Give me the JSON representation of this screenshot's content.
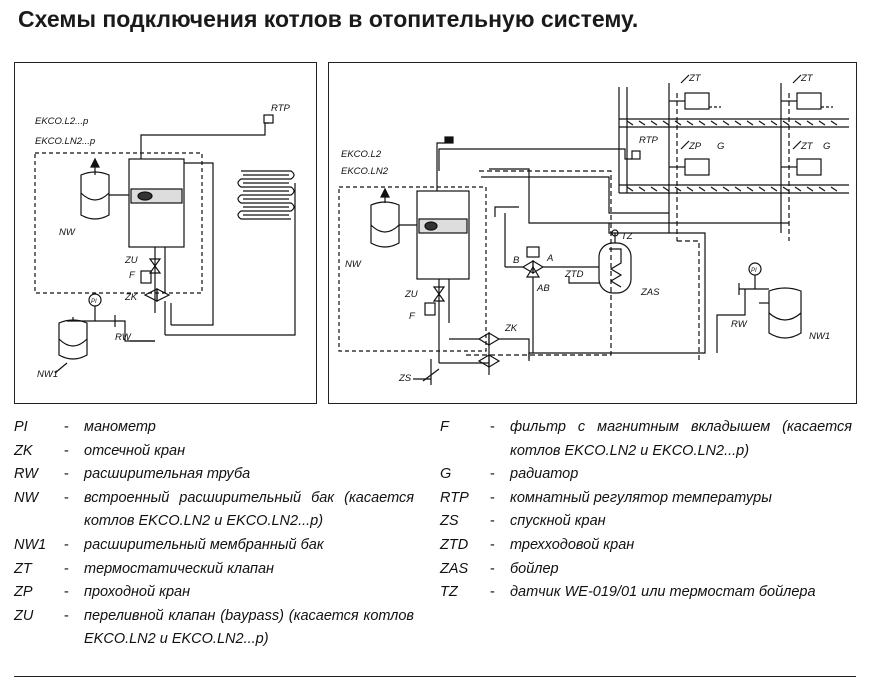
{
  "title": "Схемы подключения котлов в отопительную систему.",
  "left_diagram": {
    "labels": {
      "boiler_models": [
        "EKCO.L2...p",
        "EKCO.LN2...p"
      ],
      "rtp": "RTP",
      "nw": "NW",
      "zu": "ZU",
      "f": "F",
      "zk": "ZK",
      "pi": "PI",
      "nw1": "NW1",
      "rw": "RW"
    }
  },
  "right_diagram": {
    "labels": {
      "boiler_models": [
        "EKCO.L2",
        "EKCO.LN2"
      ],
      "zt_top_left": "ZT",
      "zt_top_right": "ZT",
      "rtp": "RTP",
      "zp": "ZP",
      "g_left": "G",
      "zt_mid_right": "ZT",
      "g_right": "G",
      "tz": "TZ",
      "b": "B",
      "a": "A",
      "ztd": "ZTD",
      "ab": "AB",
      "zas": "ZAS",
      "nw": "NW",
      "zu": "ZU",
      "f": "F",
      "zk": "ZK",
      "zs": "ZS",
      "pi": "PI",
      "rw": "RW",
      "nw1": "NW1"
    }
  },
  "legend_left": [
    {
      "abbr": "PI",
      "desc": "манометр"
    },
    {
      "abbr": "ZK",
      "desc": "отсечной кран"
    },
    {
      "abbr": "RW",
      "desc": "расширительная труба"
    },
    {
      "abbr": "NW",
      "desc": "встроенный расширительный бак (касается котлов EKCO.LN2 и EKCO.LN2...p)"
    },
    {
      "abbr": "NW1",
      "desc": "расширительный мембранный бак"
    },
    {
      "abbr": "ZT",
      "desc": "термостатический клапан"
    },
    {
      "abbr": "ZP",
      "desc": "проходной кран"
    },
    {
      "abbr": "ZU",
      "desc": "переливной клапан (baypass) (касается котлов EKCO.LN2 и EKCO.LN2...p)"
    }
  ],
  "legend_right": [
    {
      "abbr": "F",
      "desc": "фильтр с магнитным вкладышем (касается котлов EKCO.LN2 и EKCO.LN2...p)"
    },
    {
      "abbr": "G",
      "desc": "радиатор"
    },
    {
      "abbr": "RTP",
      "desc": "комнатный регулятор температуры"
    },
    {
      "abbr": "ZS",
      "desc": "спускной кран"
    },
    {
      "abbr": "ZTD",
      "desc": "трехходовой кран"
    },
    {
      "abbr": "ZAS",
      "desc": "бойлер"
    },
    {
      "abbr": "TZ",
      "desc": "датчик WE-019/01 или термостат бойлера"
    }
  ],
  "dash": "-"
}
